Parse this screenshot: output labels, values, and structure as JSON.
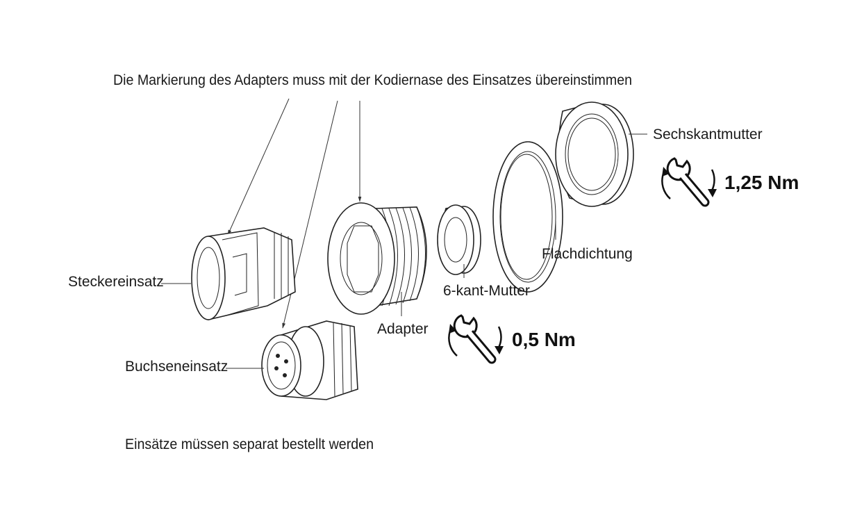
{
  "title": "Die Markierung des Adapters muss mit der Kodiernase des Einsatzes übereinstimmen",
  "labels": {
    "sechskantmutter": "Sechskantmutter",
    "flachdichtung": "Flachdichtung",
    "kant_mutter": "6-kant-Mutter",
    "adapter": "Adapter",
    "steckereinsatz": "Steckereinsatz",
    "buchseneinsatz": "Buchseneinsatz"
  },
  "torques": {
    "large_nut": "1,25 Nm",
    "small_nut": "0,5 Nm"
  },
  "footnote": "Einsätze müssen separat bestellt werden",
  "icons": [
    "wrench-rotate-icon",
    "wrench-rotate-icon"
  ]
}
